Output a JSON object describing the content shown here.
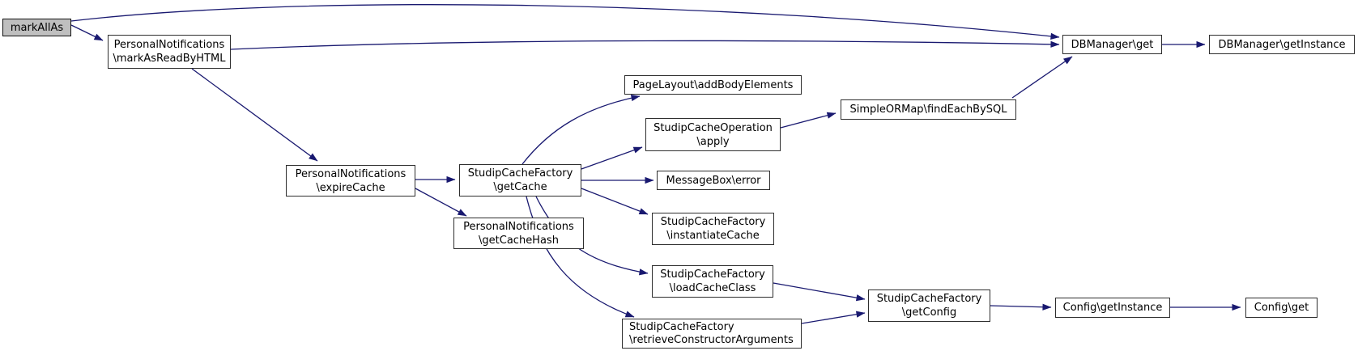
{
  "diagram": {
    "type": "call-graph",
    "root": "markAllAs",
    "colors": {
      "edge": "#191970",
      "node_fill": "#ffffff",
      "node_border": "#2e2e2e",
      "root_node_fill": "#bfbfbf",
      "background": "#ffffff",
      "text": "#000000"
    },
    "nodes": {
      "markAllAs": {
        "lines": [
          "markAllAs"
        ]
      },
      "markAsReadByHTML": {
        "lines": [
          "PersonalNotifications",
          "\\markAsReadByHTML"
        ]
      },
      "expireCache": {
        "lines": [
          "PersonalNotifications",
          "\\expireCache"
        ]
      },
      "getCache": {
        "lines": [
          "StudipCacheFactory",
          "\\getCache"
        ]
      },
      "getCacheHash": {
        "lines": [
          "PersonalNotifications",
          "\\getCacheHash"
        ]
      },
      "addBodyElements": {
        "lines": [
          "PageLayout\\addBodyElements"
        ]
      },
      "apply": {
        "lines": [
          "StudipCacheOperation",
          "\\apply"
        ]
      },
      "error": {
        "lines": [
          "MessageBox\\error"
        ]
      },
      "instantiateCache": {
        "lines": [
          "StudipCacheFactory",
          "\\instantiateCache"
        ]
      },
      "loadCacheClass": {
        "lines": [
          "StudipCacheFactory",
          "\\loadCacheClass"
        ]
      },
      "retrieveConstructorArguments": {
        "lines": [
          "StudipCacheFactory",
          "\\retrieveConstructorArguments"
        ]
      },
      "findEachBySQL": {
        "lines": [
          "SimpleORMap\\findEachBySQL"
        ]
      },
      "dbGet": {
        "lines": [
          "DBManager\\get"
        ]
      },
      "dbGetInstance": {
        "lines": [
          "DBManager\\getInstance"
        ]
      },
      "getConfig": {
        "lines": [
          "StudipCacheFactory",
          "\\getConfig"
        ]
      },
      "configGetInstance": {
        "lines": [
          "Config\\getInstance"
        ]
      },
      "configGet": {
        "lines": [
          "Config\\get"
        ]
      }
    },
    "edges": [
      {
        "from": "markAllAs",
        "to": "markAsReadByHTML"
      },
      {
        "from": "markAllAs",
        "to": "dbGet"
      },
      {
        "from": "markAsReadByHTML",
        "to": "dbGet"
      },
      {
        "from": "markAsReadByHTML",
        "to": "expireCache"
      },
      {
        "from": "expireCache",
        "to": "getCache"
      },
      {
        "from": "expireCache",
        "to": "getCacheHash"
      },
      {
        "from": "getCache",
        "to": "addBodyElements"
      },
      {
        "from": "getCache",
        "to": "apply"
      },
      {
        "from": "getCache",
        "to": "error"
      },
      {
        "from": "getCache",
        "to": "instantiateCache"
      },
      {
        "from": "getCache",
        "to": "loadCacheClass"
      },
      {
        "from": "getCache",
        "to": "retrieveConstructorArguments"
      },
      {
        "from": "apply",
        "to": "findEachBySQL"
      },
      {
        "from": "findEachBySQL",
        "to": "dbGet"
      },
      {
        "from": "dbGet",
        "to": "dbGetInstance"
      },
      {
        "from": "loadCacheClass",
        "to": "getConfig"
      },
      {
        "from": "retrieveConstructorArguments",
        "to": "getConfig"
      },
      {
        "from": "getConfig",
        "to": "configGetInstance"
      },
      {
        "from": "configGetInstance",
        "to": "configGet"
      }
    ]
  }
}
